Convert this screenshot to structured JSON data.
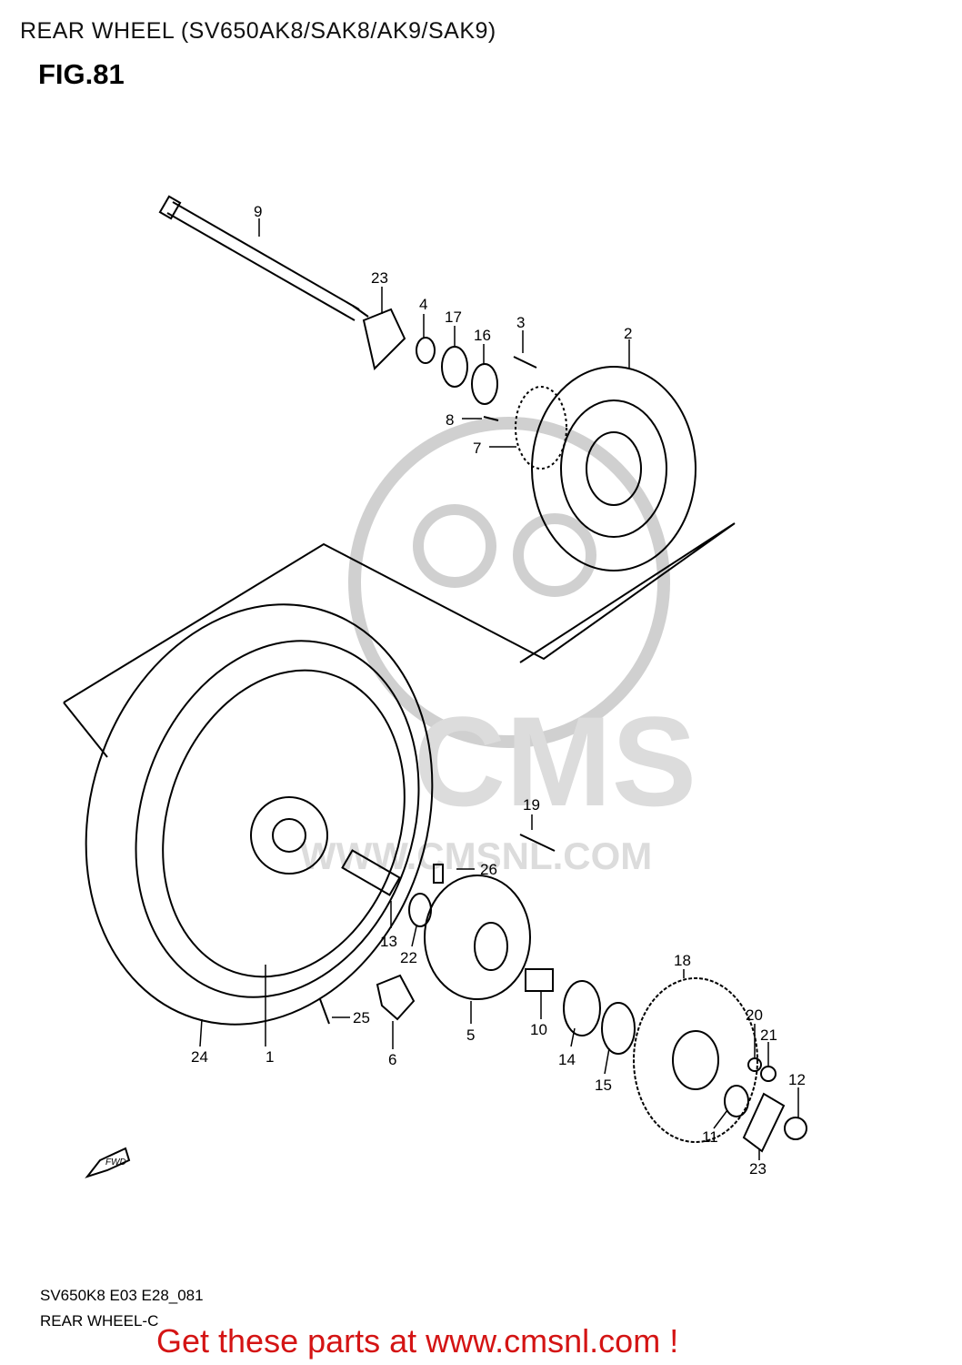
{
  "header": {
    "title": "REAR WHEEL (SV650AK8/SAK8/AK9/SAK9)",
    "figure": "FIG.81"
  },
  "watermark": {
    "text": "CMS",
    "url_text": "WWW.CMSNL.COM"
  },
  "callouts": [
    "1",
    "2",
    "3",
    "4",
    "5",
    "6",
    "7",
    "8",
    "9",
    "10",
    "11",
    "12",
    "13",
    "14",
    "15",
    "16",
    "17",
    "18",
    "19",
    "20",
    "21",
    "22",
    "23",
    "23",
    "24",
    "25",
    "26"
  ],
  "direction_arrow": "FWD",
  "footer": {
    "code": "SV650K8 E03 E28_081",
    "subtitle": "REAR WHEEL-C",
    "promo": "Get these parts at www.cmsnl.com !"
  },
  "colors": {
    "promo": "#d41414",
    "watermark": "#dcdcdc",
    "line": "#000000"
  }
}
